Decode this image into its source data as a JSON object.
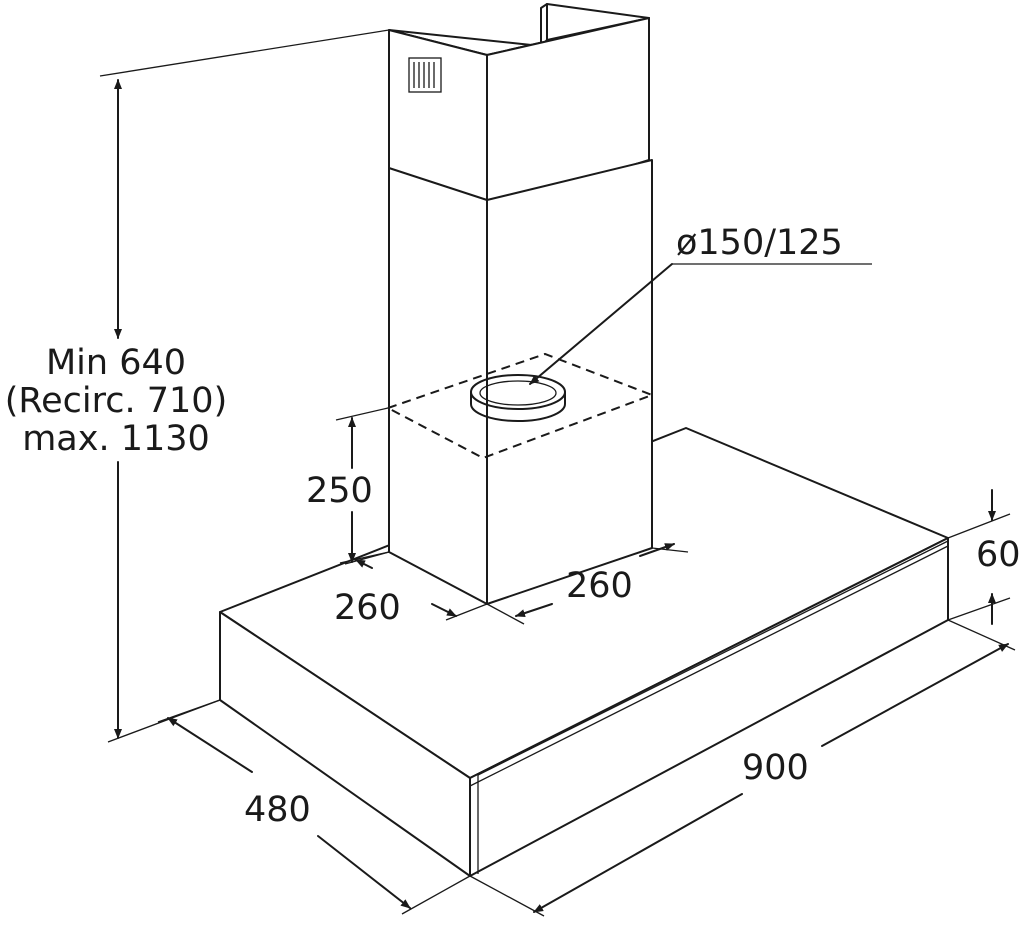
{
  "dimensions": {
    "height_min": "Min 640",
    "height_recirc": "(Recirc. 710)",
    "height_max": "max. 1130",
    "duct_diameter": "ø150/125",
    "duct_offset": "250",
    "chimney_depth": "260",
    "chimney_width": "260",
    "canopy_height": "60",
    "width": "900",
    "depth": "480"
  }
}
